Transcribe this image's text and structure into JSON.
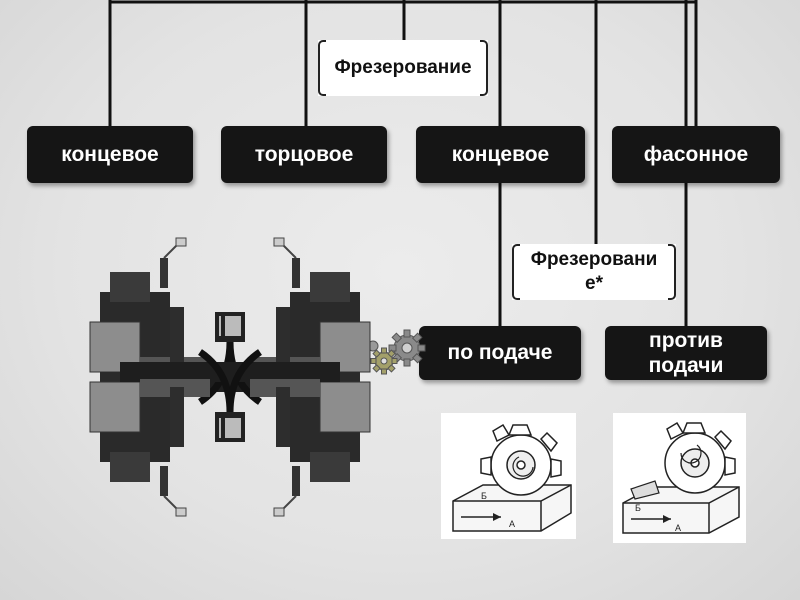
{
  "title": "Фрезерование",
  "types": [
    {
      "label": "концевое"
    },
    {
      "label": "торцовое"
    },
    {
      "label": "концевое"
    },
    {
      "label": "фасонное"
    }
  ],
  "subtitle": "Фрезеровани\nе*",
  "directions": [
    {
      "label": "по подаче"
    },
    {
      "label": "против\nподачи"
    }
  ],
  "figure_labels": {
    "left": {
      "b": "Б",
      "a": "А"
    },
    "right": {
      "b": "Б",
      "a": "А"
    }
  },
  "colors": {
    "box": "#151515",
    "box_text": "#ffffff",
    "background": "#e6e6e6"
  }
}
